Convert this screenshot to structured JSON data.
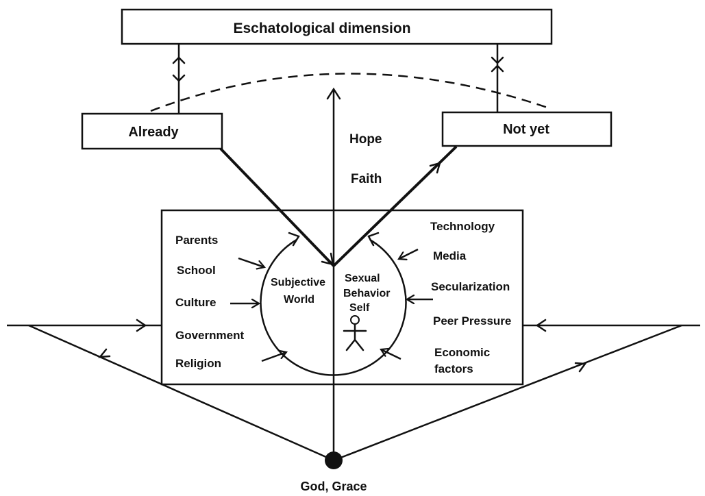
{
  "title_box": "Eschatological dimension",
  "already": "Already",
  "not_yet": "Not yet",
  "center_labels": {
    "hope": "Hope",
    "faith": "Faith"
  },
  "left_influences": [
    "Parents",
    "School",
    "Culture",
    "Government",
    "Religion"
  ],
  "right_influences": [
    "Technology",
    "Media",
    "Secularization",
    "Peer Pressure",
    "Economic",
    "factors"
  ],
  "subjective_world": [
    "Subjective",
    "World"
  ],
  "self_labels": [
    "Sexual",
    "Behavior",
    "Self"
  ],
  "source": "God, Grace"
}
